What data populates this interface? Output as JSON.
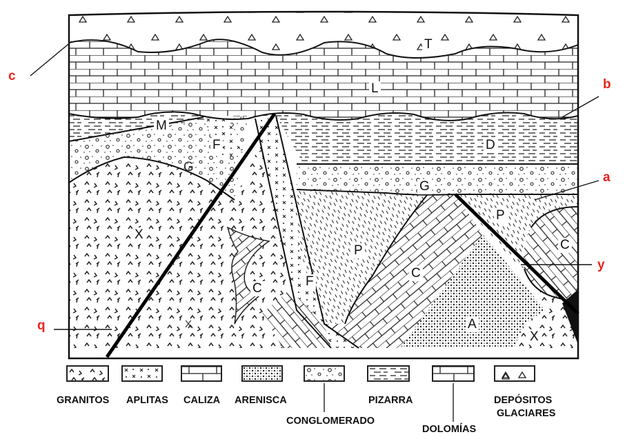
{
  "figure": {
    "labels": {
      "T": "T",
      "L": "L",
      "M": "M",
      "D": "D",
      "F1": "F",
      "F2": "F",
      "G1": "G",
      "G2": "G",
      "X1": "X",
      "X2": "X",
      "X3": "X",
      "P1": "P",
      "P2": "P",
      "C1": "C",
      "C2": "C",
      "C3": "C",
      "A": "A"
    },
    "markers": {
      "a": "a",
      "b": "b",
      "c": "c",
      "q": "q",
      "y": "y"
    }
  },
  "legend": [
    {
      "key": "granitos",
      "label": "GRANITOS",
      "icon": "granite-pattern-icon"
    },
    {
      "key": "aplitas",
      "label": "APLITAS",
      "icon": "aplite-pattern-icon"
    },
    {
      "key": "caliza",
      "label": "CALIZA",
      "icon": "limestone-pattern-icon"
    },
    {
      "key": "arenisca",
      "label": "ARENISCA",
      "icon": "sandstone-pattern-icon"
    },
    {
      "key": "conglomerado",
      "label": "CONGLOMERADO",
      "icon": "conglomerate-pattern-icon"
    },
    {
      "key": "pizarra",
      "label": "PIZARRA",
      "icon": "slate-pattern-icon"
    },
    {
      "key": "dolomias",
      "label": "DOLOMÍAS",
      "icon": "dolomite-pattern-icon"
    },
    {
      "key": "depositos",
      "label": "DEPÓSITOS",
      "label2": "GLACIARES",
      "icon": "glacial-deposits-pattern-icon"
    }
  ],
  "colors": {
    "ink": "#111111",
    "marker": "#e8251f",
    "background": "#ffffff"
  }
}
